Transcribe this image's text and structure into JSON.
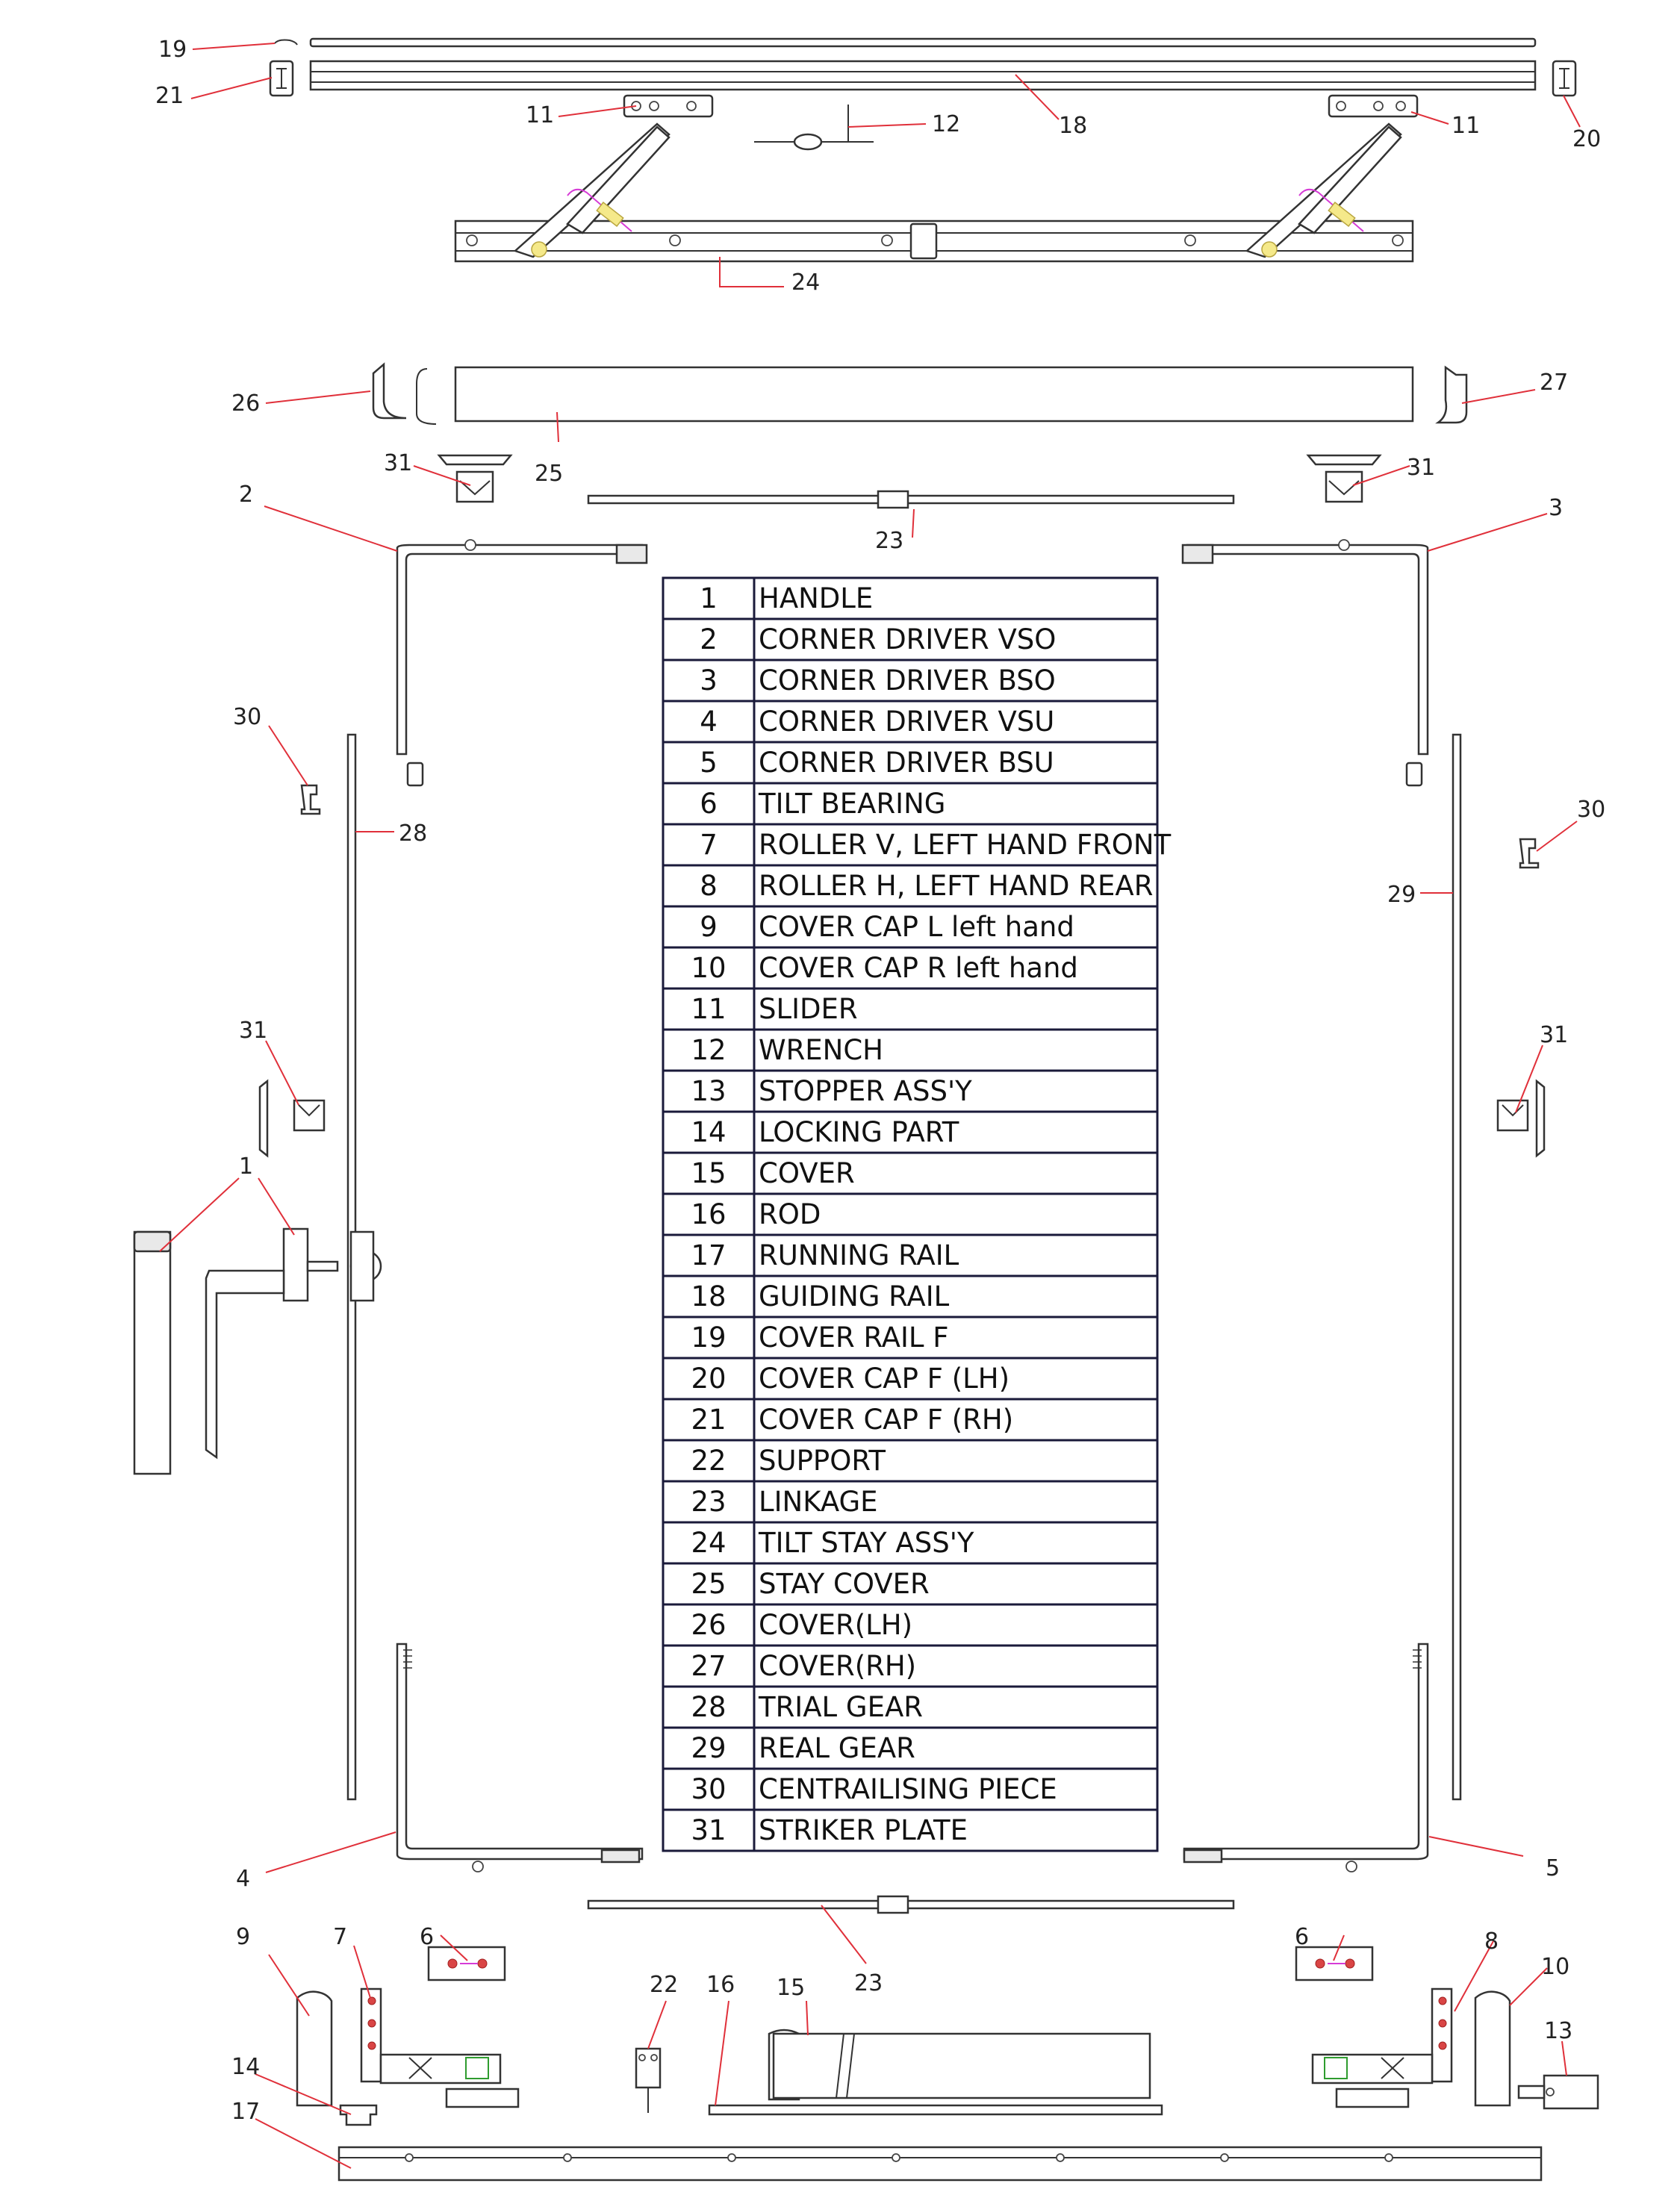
{
  "callouts": {
    "c1": "1",
    "c2": "2",
    "c3": "3",
    "c4": "4",
    "c5": "5",
    "c6": "6",
    "c7": "7",
    "c8": "8",
    "c9": "9",
    "c10": "10",
    "c11": "11",
    "c12": "12",
    "c13": "13",
    "c14": "14",
    "c15": "15",
    "c16": "16",
    "c17": "17",
    "c18": "18",
    "c19": "19",
    "c20": "20",
    "c21": "21",
    "c22": "22",
    "c23": "23",
    "c24": "24",
    "c25": "25",
    "c26": "26",
    "c27": "27",
    "c28": "28",
    "c29": "29",
    "c30": "30",
    "c31": "31"
  },
  "parts_table": [
    {
      "no": "1",
      "name": "HANDLE"
    },
    {
      "no": "2",
      "name": "CORNER DRIVER VSO"
    },
    {
      "no": "3",
      "name": "CORNER DRIVER BSO"
    },
    {
      "no": "4",
      "name": "CORNER DRIVER VSU"
    },
    {
      "no": "5",
      "name": "CORNER DRIVER BSU"
    },
    {
      "no": "6",
      "name": "TILT BEARING"
    },
    {
      "no": "7",
      "name": "ROLLER V, LEFT HAND FRONT"
    },
    {
      "no": "8",
      "name": "ROLLER H, LEFT HAND REAR"
    },
    {
      "no": "9",
      "name": "COVER CAP L left hand"
    },
    {
      "no": "10",
      "name": "COVER CAP R left hand"
    },
    {
      "no": "11",
      "name": "SLIDER"
    },
    {
      "no": "12",
      "name": "WRENCH"
    },
    {
      "no": "13",
      "name": "STOPPER ASS'Y"
    },
    {
      "no": "14",
      "name": "LOCKING PART"
    },
    {
      "no": "15",
      "name": "COVER"
    },
    {
      "no": "16",
      "name": "ROD"
    },
    {
      "no": "17",
      "name": "RUNNING RAIL"
    },
    {
      "no": "18",
      "name": "GUIDING RAIL"
    },
    {
      "no": "19",
      "name": "COVER RAIL F"
    },
    {
      "no": "20",
      "name": "COVER CAP F (LH)"
    },
    {
      "no": "21",
      "name": "COVER CAP F (RH)"
    },
    {
      "no": "22",
      "name": "SUPPORT"
    },
    {
      "no": "23",
      "name": "LINKAGE"
    },
    {
      "no": "24",
      "name": "TILT STAY ASS'Y"
    },
    {
      "no": "25",
      "name": "STAY COVER"
    },
    {
      "no": "26",
      "name": "COVER(LH)"
    },
    {
      "no": "27",
      "name": "COVER(RH)"
    },
    {
      "no": "28",
      "name": "TRIAL GEAR"
    },
    {
      "no": "29",
      "name": "REAL GEAR"
    },
    {
      "no": "30",
      "name": "CENTRAILISING PIECE"
    },
    {
      "no": "31",
      "name": "STRIKER PLATE"
    }
  ],
  "colors": {
    "leader": "#e0303a",
    "outline": "#333333",
    "table_border": "#1a1a3a",
    "accent_pink": "#d63cd6",
    "accent_yellow": "#f5e98a"
  }
}
